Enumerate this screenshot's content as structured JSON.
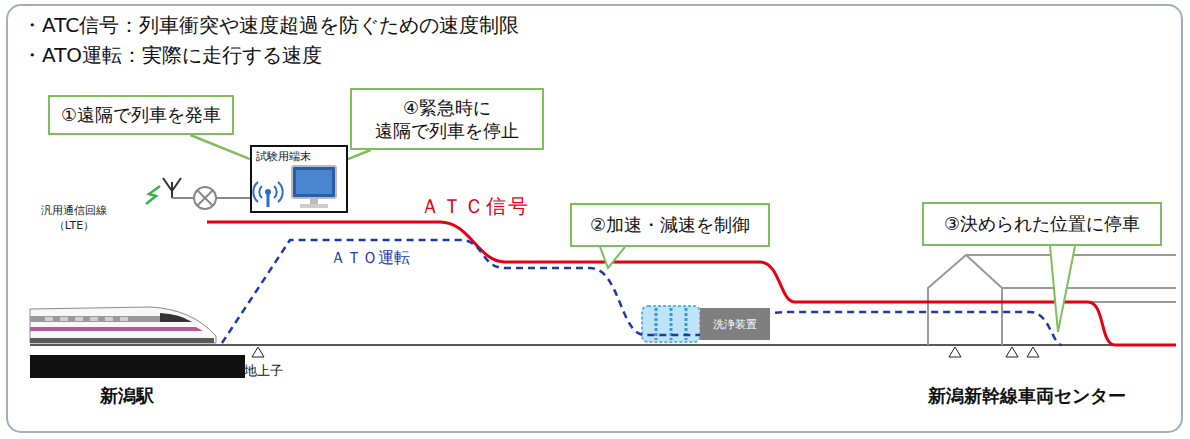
{
  "diagram": {
    "nodes": [
      {
        "text": [
          "①遠隔で列車を発車"
        ]
      },
      {
        "text": [
          "試験用端末"
        ]
      },
      {
        "text": [
          "④緊急時に 遠隔で列車を停止"
        ]
      },
      {
        "text": [
          "②加速・減速を制御"
        ]
      },
      {
        "text": [
          "洗浄装置"
        ]
      },
      {
        "text": [
          "③決められた位置に停車"
        ]
      }
    ],
    "edges": [
      {
        "from": 0,
        "to": 1,
        "arrow": "none"
      },
      {
        "from": 2,
        "to": 1,
        "arrow": "none"
      }
    ],
    "labels": [
      "・ATC信号：列車衝突や速度超過を防ぐための速度制限",
      "・ATO運転：実際に走行する速度",
      "汎用通信回線 （LTE）",
      "ＡＴＣ信号",
      "ＡＴＯ運転",
      "地上子",
      "新潟駅",
      "新潟新幹線車両センター"
    ]
  }
}
